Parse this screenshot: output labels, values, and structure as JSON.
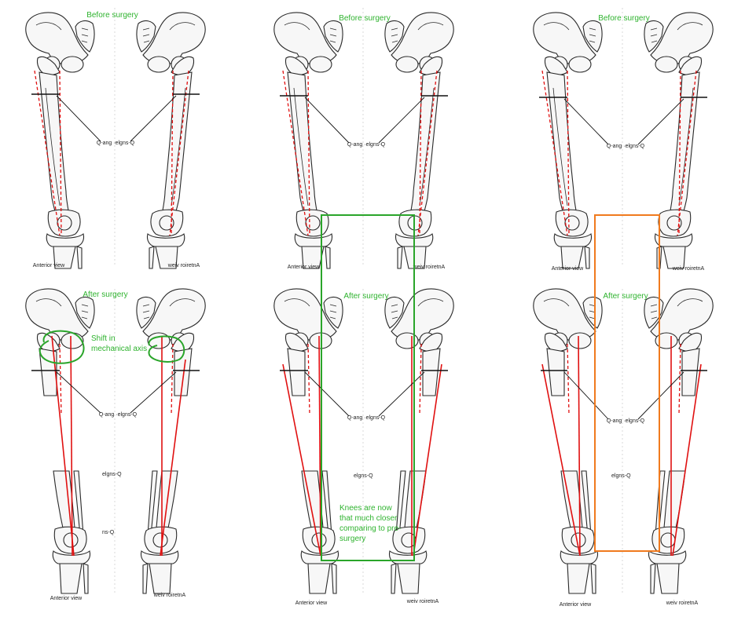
{
  "figure": {
    "panels": [
      {
        "status": "Before surgery",
        "qangle": "Q-ang ·elgns-Q",
        "view_left": "Anterior view",
        "view_right": "weiv roiretnA"
      },
      {
        "status": "Before surgery",
        "qangle": "Q-ang ·elgns-Q",
        "view_left": "Anterior view",
        "view_right": "weiv roiretnA"
      },
      {
        "status": "Before surgery",
        "qangle": "Q-ang ·elgns-Q",
        "view_left": "Anterior view",
        "view_right": "weiv roiretnA"
      },
      {
        "status": "After surgery",
        "qangle": "Q-ang ·elgns-Q",
        "view_left": "Anterior view",
        "view_right": "weiv roiretnA",
        "note": [
          "Shift in",
          "mechanical axis"
        ],
        "mid_label": "elgns-Q",
        "mid_label2": "ns-Q"
      },
      {
        "status": "After surgery",
        "qangle": "Q-ang ·elgns-Q",
        "view_left": "Anterior view",
        "view_right": "weiv roiretnA",
        "note": [
          "Knees are now",
          "that much closer",
          "comparing to pre-",
          "surgery"
        ],
        "mid_label": "elgns-Q"
      },
      {
        "status": "After surgery",
        "qangle": "Q-ang ·elgns-Q",
        "view_left": "Anterior view",
        "view_right": "weiv roiretnA",
        "mid_label": "elgns-Q"
      }
    ],
    "colors": {
      "label_green": "#2fb32f",
      "axis_red": "#e01010",
      "highlight_green": "#2aa52a",
      "highlight_orange": "#f07a1e"
    }
  }
}
